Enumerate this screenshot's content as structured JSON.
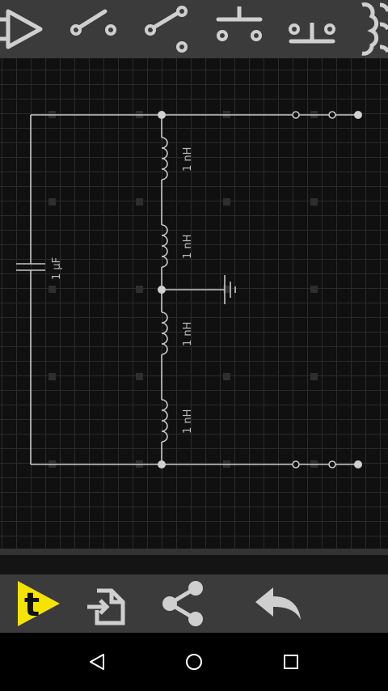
{
  "toolbar": {
    "tools": [
      {
        "name": "amplifier-tool-icon"
      },
      {
        "name": "switch-open-tool-icon"
      },
      {
        "name": "switch-spdt-tool-icon"
      },
      {
        "name": "push-button-tool-icon"
      },
      {
        "name": "push-button-no-tool-icon"
      },
      {
        "name": "inductor-tool-icon"
      }
    ]
  },
  "circuit": {
    "capacitor": {
      "label": "1 µF"
    },
    "inductors": [
      {
        "label": "1 nH"
      },
      {
        "label": "1 nH"
      },
      {
        "label": "1 nH"
      },
      {
        "label": "1 nH"
      }
    ],
    "colors": {
      "wire": "#c8c8c8",
      "node": "#d0d0d0",
      "grid_dot": "#2e2e2e"
    }
  },
  "actionbar": {
    "logo_letter": "t",
    "logo_color": "#f5e300"
  },
  "navbar": {
    "buttons": [
      "back-icon",
      "home-icon",
      "recents-icon"
    ]
  }
}
